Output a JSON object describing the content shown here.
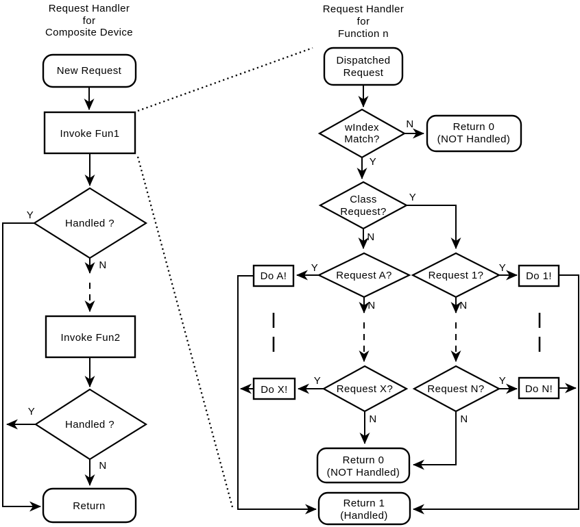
{
  "colors": {
    "ink": "#000000",
    "background": "#ffffff"
  },
  "branch_labels": {
    "yes": "Y",
    "no": "N"
  },
  "left_chart": {
    "title_line1": "Request Handler",
    "title_line2": "for",
    "title_line3": "Composite Device",
    "nodes": {
      "new_request": "New Request",
      "invoke_fun1": "Invoke Fun1",
      "handled_1": "Handled ?",
      "invoke_fun2": "Invoke Fun2",
      "handled_2": "Handled ?",
      "return": "Return"
    }
  },
  "right_chart": {
    "title_line1": "Request Handler",
    "title_line2": "for",
    "title_line3": "Function n",
    "nodes": {
      "dispatched_line1": "Dispatched",
      "dispatched_line2": "Request",
      "windex_line1": "wIndex",
      "windex_line2": "Match?",
      "return0_top_line1": "Return 0",
      "return0_top_line2": "(NOT Handled)",
      "class_line1": "Class",
      "class_line2": "Request?",
      "request_a": "Request A?",
      "request_1": "Request 1?",
      "request_x": "Request X?",
      "request_n": "Request N?",
      "do_a": "Do A!",
      "do_1": "Do 1!",
      "do_x": "Do X!",
      "do_n": "Do N!",
      "return0_bottom_line1": "Return 0",
      "return0_bottom_line2": "(NOT Handled)",
      "return1_line1": "Return 1",
      "return1_line2": "(Handled)"
    }
  }
}
